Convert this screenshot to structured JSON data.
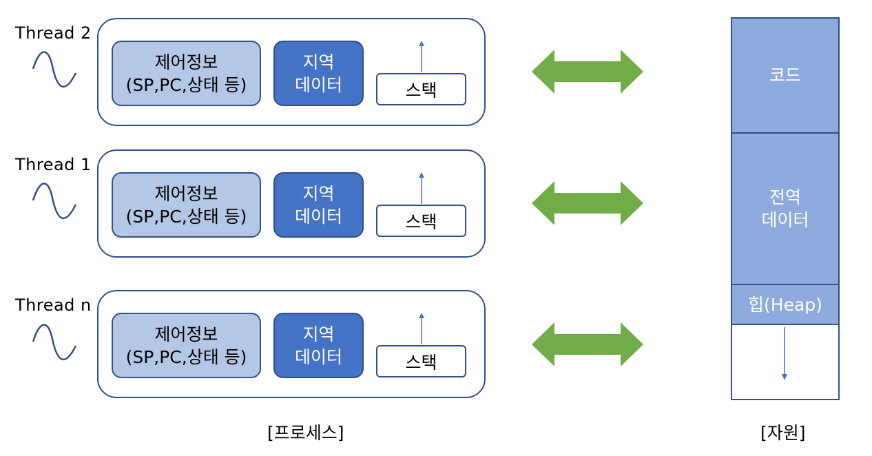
{
  "threads": [
    {
      "label": "Thread 2",
      "control": [
        "제어정보",
        "(SP,PC,상태 등)"
      ],
      "local": [
        "지역",
        "데이터"
      ],
      "stack": "스택"
    },
    {
      "label": "Thread 1",
      "control": [
        "제어정보",
        "(SP,PC,상태 등)"
      ],
      "local": [
        "지역",
        "데이터"
      ],
      "stack": "스택"
    },
    {
      "label": "Thread n",
      "control": [
        "제어정보",
        "(SP,PC,상태 등)"
      ],
      "local": [
        "지역",
        "데이터"
      ],
      "stack": "스택"
    }
  ],
  "resource": {
    "code": "코드",
    "global": [
      "전역",
      "데이터"
    ],
    "heap": "힙(Heap)"
  },
  "captions": {
    "process": "[프로세스]",
    "resource": "[자원]"
  },
  "colors": {
    "outline": "#2F4E8A",
    "control_fill": "#B4C7E7",
    "local_fill": "#4472C4",
    "resource_fill": "#8FAADC",
    "arrow_green": "#70AD47",
    "wave_stroke": "#2F4E8A"
  }
}
